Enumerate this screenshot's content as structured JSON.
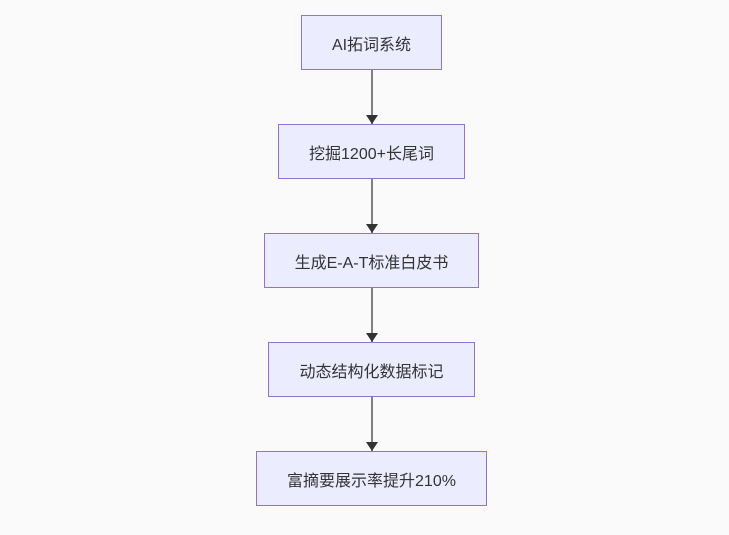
{
  "diagram": {
    "type": "flowchart",
    "direction": "top-down",
    "nodes": [
      {
        "id": "1",
        "label": "AI拓词系统"
      },
      {
        "id": "2",
        "label": "挖掘1200+长尾词"
      },
      {
        "id": "3",
        "label": "生成E-A-T标准白皮书"
      },
      {
        "id": "4",
        "label": "动态结构化数据标记"
      },
      {
        "id": "5",
        "label": "富摘要展示率提升210%"
      }
    ],
    "edges": [
      {
        "from": "1",
        "to": "2"
      },
      {
        "from": "2",
        "to": "3"
      },
      {
        "from": "3",
        "to": "4"
      },
      {
        "from": "4",
        "to": "5"
      }
    ]
  },
  "colors": {
    "node_fill": "#ECECFF",
    "node_border": "#9370DB",
    "node_text": "#333333",
    "edge_line": "#808080",
    "arrowhead": "#333333",
    "background": "#fafafa"
  }
}
